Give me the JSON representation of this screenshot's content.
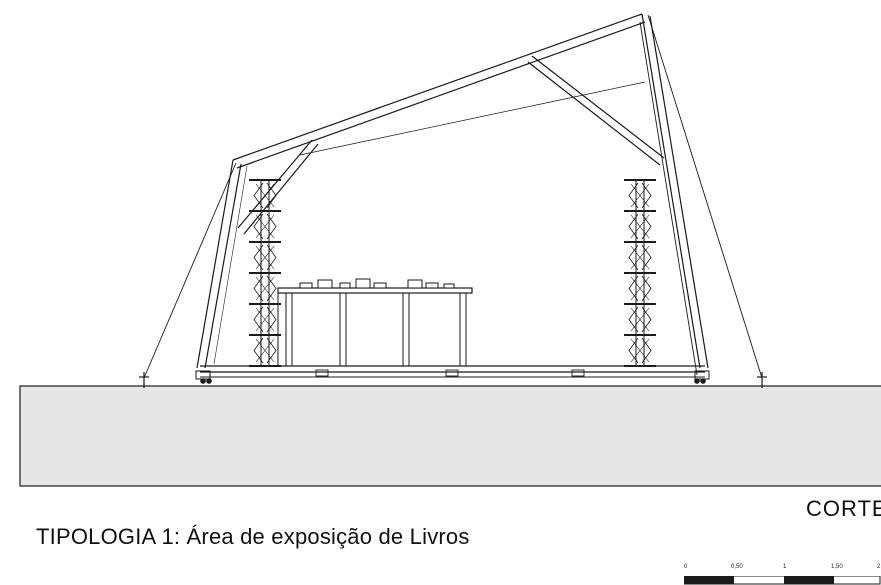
{
  "caption": "TIPOLOGIA 1: Área de exposição de Livros",
  "view_label": "CORTE",
  "scale_bar": {
    "ticks": [
      "0",
      "0,50",
      "1",
      "1,50",
      "2"
    ]
  },
  "colors": {
    "ground": "#e6e6e6",
    "line": "#1a1a1a",
    "background": "#ffffff"
  }
}
